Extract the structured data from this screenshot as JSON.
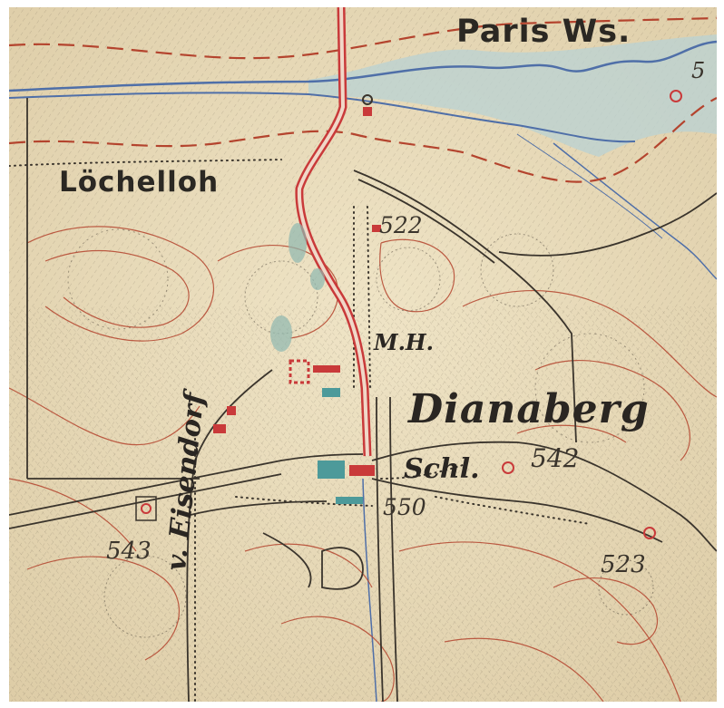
{
  "map": {
    "labels": {
      "paris": "Paris Ws.",
      "locheloh": "Löchelloh",
      "dianaberg": "Dianaberg",
      "mh": "M.H.",
      "schl": "Schl.",
      "eisendorf": "v. Eisendorf"
    },
    "elevations": {
      "e522": "522",
      "e542": "542",
      "e550": "550",
      "e543": "543",
      "e523": "523",
      "e5x": "5"
    },
    "colors": {
      "paper": "#e9dcbc",
      "hachure": "#5b5246",
      "contour": "#b4442e",
      "water": "#4f6fa8",
      "water_fill": "#bcd2d2",
      "road": "#c93a3a",
      "ink": "#2b2823"
    }
  }
}
